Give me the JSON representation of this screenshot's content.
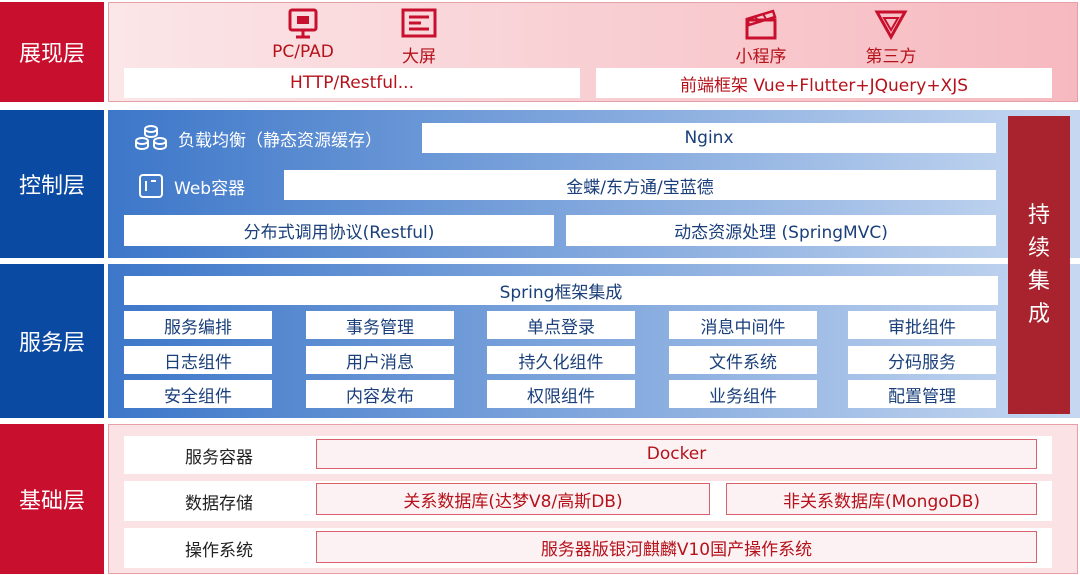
{
  "presentation": {
    "label": "展现层",
    "clients": [
      {
        "name": "PC/PAD",
        "icon": "monitor-icon"
      },
      {
        "name": "大屏",
        "icon": "screen-icon"
      },
      {
        "name": "小程序",
        "icon": "clapper-icon"
      },
      {
        "name": "第三方",
        "icon": "triangle-icon"
      }
    ],
    "left_bar": "HTTP/Restful...",
    "right_bar": "前端框架  Vue+Flutter+JQuery+XJS"
  },
  "control": {
    "label": "控制层",
    "load_balance_label": "负载均衡（静态资源缓存）",
    "load_balance_icon": "database-cluster-icon",
    "load_balance_value": "Nginx",
    "web_container_label": "Web容器",
    "web_container_icon": "container-icon",
    "web_container_value": "金蝶/东方通/宝蓝德",
    "rpc": "分布式调用协议(Restful)",
    "dynamic": "动态资源处理 (SpringMVC)"
  },
  "service": {
    "label": "服务层",
    "framework": "Spring框架集成",
    "components": [
      [
        "服务编排",
        "事务管理",
        "单点登录",
        "消息中间件",
        "审批组件"
      ],
      [
        "日志组件",
        "用户消息",
        "持久化组件",
        "文件系统",
        "分码服务"
      ],
      [
        "安全组件",
        "内容发布",
        "权限组件",
        "业务组件",
        "配置管理"
      ]
    ]
  },
  "continuous": [
    "持",
    "续",
    "集",
    "成"
  ],
  "base": {
    "label": "基础层",
    "rows": [
      {
        "name": "服务容器",
        "value": "Docker"
      },
      {
        "name": "数据存储",
        "value": "关系数据库(达梦V8/高斯DB)",
        "value2": "非关系数据库(MongoDB)"
      },
      {
        "name": "操作系统",
        "value": "服务器版银河麒麟V10国产操作系统"
      }
    ]
  },
  "colors": {
    "red": "#c8102e",
    "blue": "#0b4aa2",
    "dark_red": "#a8232d"
  }
}
